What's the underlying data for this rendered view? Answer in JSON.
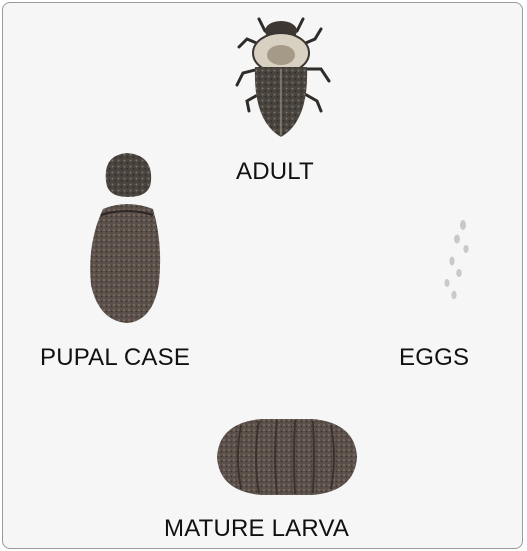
{
  "labels": {
    "adult": "ADULT",
    "pupal_case": "PUPAL CASE",
    "eggs": "EGGS",
    "mature_larva": "MATURE LARVA"
  },
  "colors": {
    "background": "#f6f6f6",
    "specimen_dark": "#3f3b36",
    "specimen_mid": "#6e6660",
    "larva": "#5a4b44",
    "beetle_thorax": "#d9d2c3",
    "egg": "#cfcfcf"
  }
}
